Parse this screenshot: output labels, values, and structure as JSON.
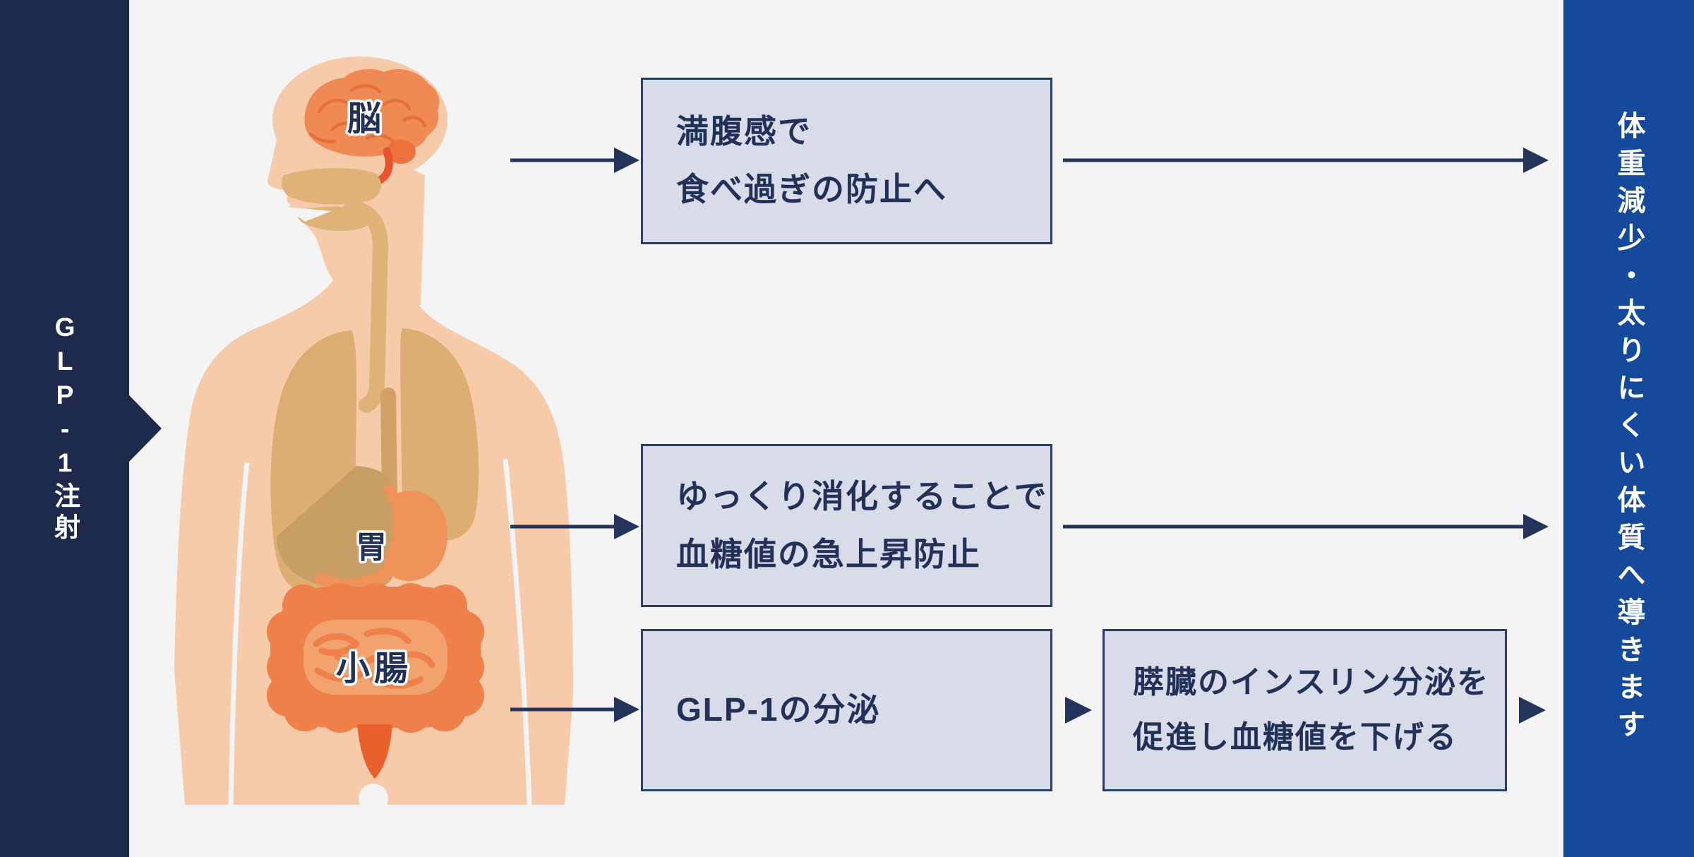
{
  "left_banner": {
    "label": "GLP-1注射"
  },
  "right_banner": {
    "label": "体重減少・太りにくい体質へ導きます"
  },
  "organ_labels": {
    "brain": "脳",
    "stomach": "胃",
    "small_intestine": "小腸"
  },
  "boxes": {
    "brain_effect": {
      "line1": "満腹感で",
      "line2": "食べ過ぎの防止へ"
    },
    "stomach_effect": {
      "line1": "ゆっくり消化することで",
      "line2": "血糖値の急上昇防止"
    },
    "intestine_effect": {
      "line1": "GLP-1の分泌"
    },
    "pancreas_effect": {
      "line1": "膵臓のインスリン分泌を",
      "line2": "促進し血糖値を下げる"
    }
  },
  "colors": {
    "background": "#f4f4f5",
    "left_banner": "#1e2a4c",
    "right_banner": "#15499b",
    "box_fill": "#d8dbe8",
    "box_border": "#2e3d63",
    "text_dark": "#223158",
    "arrow": "#25345a",
    "skin": "#f7cba9",
    "lung_tan": "#dcae72",
    "liver_tan": "#c99e66",
    "stomach_orange": "#f0935a",
    "intestine_orange": "#ef8049",
    "intestine_inner": "#f2a26e",
    "brain_orange": "#f08a55"
  }
}
